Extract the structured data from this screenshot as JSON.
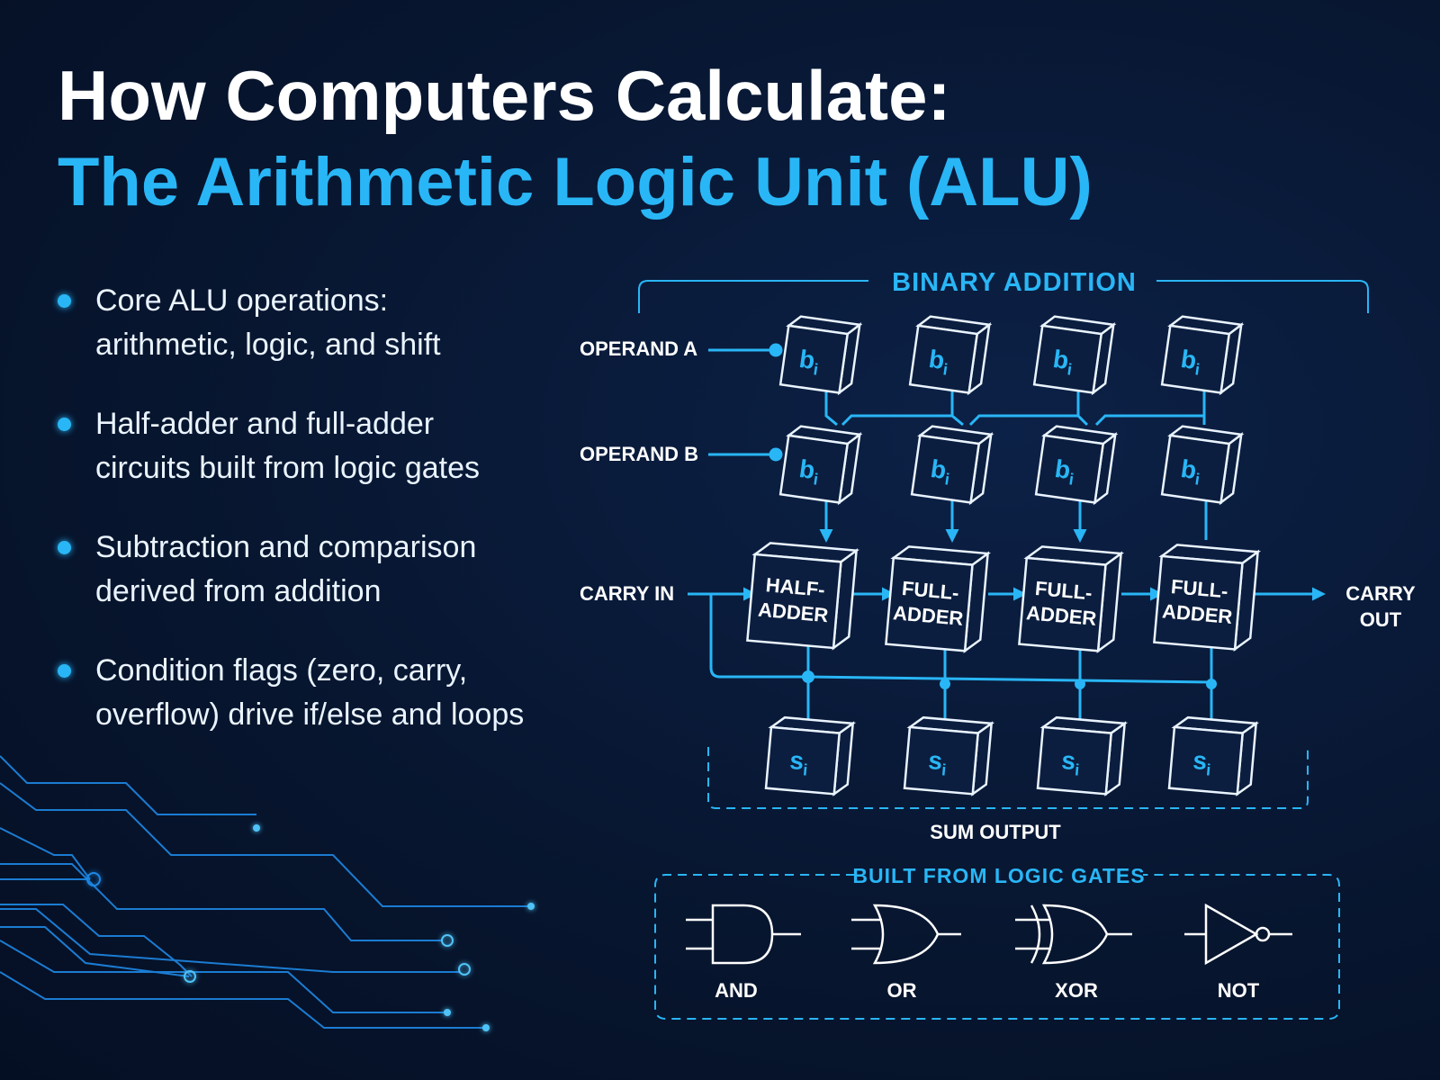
{
  "title": {
    "line1": "How Computers Calculate:",
    "line2": "The Arithmetic Logic Unit (ALU)"
  },
  "bullets": [
    {
      "line1": "Core ALU operations:",
      "line2": "arithmetic, logic, and shift"
    },
    {
      "line1": "Half-adder and full-adder",
      "line2": "circuits built from logic gates"
    },
    {
      "line1": "Subtraction and comparison",
      "line2": "derived from addition"
    },
    {
      "line1": "Condition flags (zero, carry,",
      "line2": "overflow) drive if/else and loops"
    }
  ],
  "diagram": {
    "section_title": "BINARY ADDITION",
    "operand_a_label": "OPERAND A",
    "operand_b_label": "OPERAND B",
    "carry_in_label": "CARRY IN",
    "carry_out_line1": "CARRY",
    "carry_out_line2": "OUT",
    "sum_output_label": "SUM OUTPUT",
    "bit_symbol": "b",
    "bit_subscript": "i",
    "sum_symbol": "s",
    "sum_subscript": "i",
    "adders": [
      {
        "line1": "HALF-",
        "line2": "ADDER"
      },
      {
        "line1": "FULL-",
        "line2": "ADDER"
      },
      {
        "line1": "FULL-",
        "line2": "ADDER"
      },
      {
        "line1": "FULL-",
        "line2": "ADDER"
      }
    ]
  },
  "gates": {
    "title": "BUILT FROM LOGIC GATES",
    "items": [
      {
        "label": "AND",
        "icon": "and-gate-icon"
      },
      {
        "label": "OR",
        "icon": "or-gate-icon"
      },
      {
        "label": "XOR",
        "icon": "xor-gate-icon"
      },
      {
        "label": "NOT",
        "icon": "not-gate-icon"
      }
    ]
  },
  "colors": {
    "background": "#07152e",
    "accent": "#29b6f6",
    "text": "#ffffff"
  }
}
